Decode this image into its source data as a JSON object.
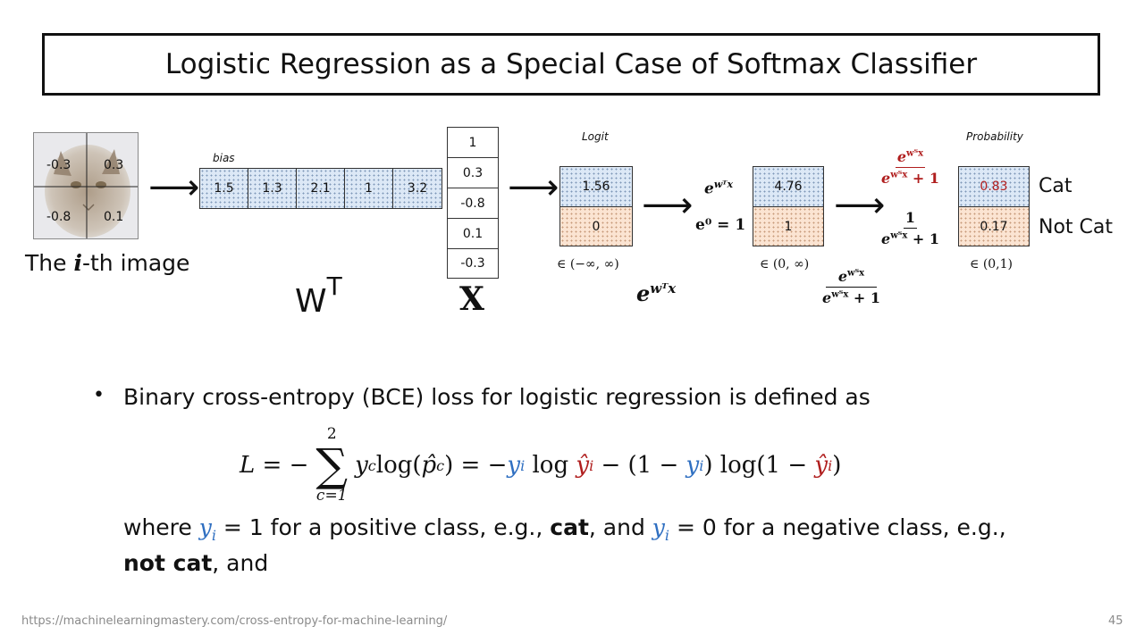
{
  "title": "Logistic Regression as a Special Case of Softmax Classifier",
  "image_grid": [
    "-0.3",
    "0.3",
    "-0.8",
    "0.1"
  ],
  "image_caption_pre": "The ",
  "image_caption_i": "i",
  "image_caption_post": "-th image",
  "bias_label": "bias",
  "weights": [
    "1.5",
    "1.3",
    "2.1",
    "1",
    "3.2"
  ],
  "w_label": "W",
  "w_sup": "T",
  "x_vector": [
    "1",
    "0.3",
    "-0.8",
    "0.1",
    "-0.3"
  ],
  "x_label": "X",
  "logit_label": "Logit",
  "logits": [
    "1.56",
    "0"
  ],
  "logit_range": "∈ (−∞, ∞)",
  "exp_top": "e",
  "exp_top_sup": "wᵀx",
  "exp_bottom": "e⁰ = 1",
  "exp_caption": "e",
  "exp_caption_sup": "wᵀx",
  "exp_values": [
    "4.76",
    "1"
  ],
  "exp_range": "∈ (0, ∞)",
  "prob_frac1_num": "e",
  "prob_frac1_num_sup": "wᵀx",
  "prob_frac1_den": "e",
  "prob_frac1_den_sup": "wᵀx",
  "prob_frac1_den_tail": " + 1",
  "prob_frac2_num": "1",
  "prob_frac2_den": "e",
  "prob_frac2_den_sup": "wᵀx",
  "prob_frac2_den_tail": " + 1",
  "prob_caption_num": "e",
  "prob_caption_num_sup": "wᵀx",
  "prob_caption_den": "e",
  "prob_caption_den_sup": "wᵀx",
  "prob_caption_den_tail": " + 1",
  "probability_label": "Probability",
  "probs": [
    "0.83",
    "0.17"
  ],
  "prob_range": "∈ (0,1)",
  "class_labels": [
    "Cat",
    "Not Cat"
  ],
  "bullet_text": "Binary cross-entropy (BCE) loss for logistic regression is defined as",
  "formula": {
    "lhs": "L = −",
    "sum_top": "2",
    "sum_sym": "∑",
    "sum_bottom": "c=1",
    "term1": "y",
    "term1_sub": "c",
    "term1_log": "log(",
    "term1_p": "p̂",
    "term1_p_sub": "c",
    "term1_close": ") = −",
    "yi": "y",
    "i_sub": "i",
    "log": " log ",
    "yhat": "ŷ",
    "minus_open": " − (1 − ",
    "close_log": ") log(1 − ",
    "close": ")"
  },
  "where_line": {
    "pre": "where ",
    "eq1": " = 1 for a positive class, e.g., ",
    "bold1": "cat",
    "mid": ", and ",
    "eq2": " = 0 for a negative class, e.g.,",
    "bold2": "not cat",
    "post": ", and"
  },
  "footer_url": "https://machinelearningmastery.com/cross-entropy-for-machine-learning/",
  "page_number": "45"
}
